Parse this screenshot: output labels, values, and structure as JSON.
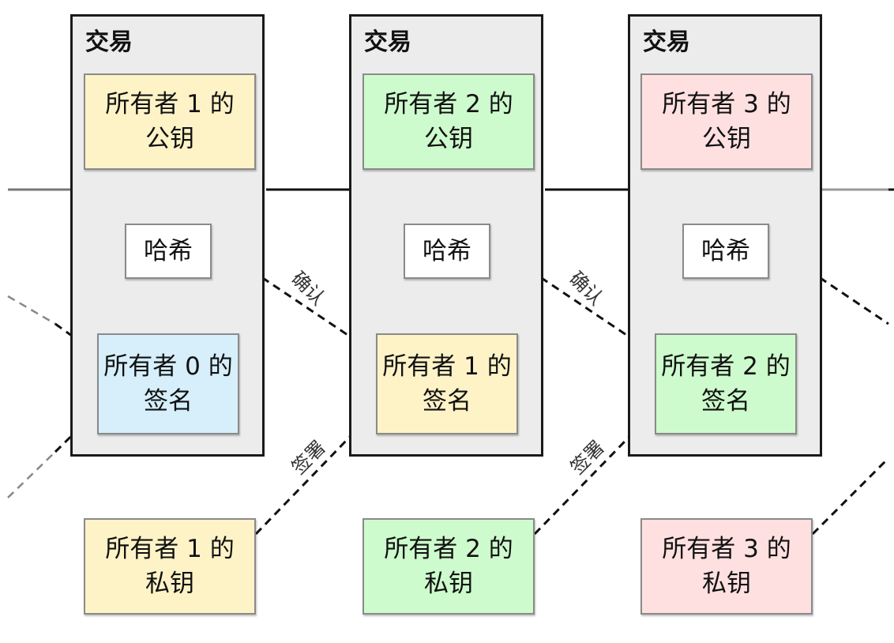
{
  "colors": {
    "owner0": "#d6effa",
    "owner1": "#fef3c7",
    "owner2": "#cdfbcd",
    "owner3": "#ffe0e0",
    "hash": "#ffffff",
    "transaction_bg": "#ececec"
  },
  "transactions": [
    {
      "title": "交易",
      "public_key": {
        "line1": "所有者 1 的",
        "line2": "公钥"
      },
      "hash": "哈希",
      "signature": {
        "line1": "所有者 0 的",
        "line2": "签名"
      }
    },
    {
      "title": "交易",
      "public_key": {
        "line1": "所有者 2 的",
        "line2": "公钥"
      },
      "hash": "哈希",
      "signature": {
        "line1": "所有者 1 的",
        "line2": "签名"
      }
    },
    {
      "title": "交易",
      "public_key": {
        "line1": "所有者 3 的",
        "line2": "公钥"
      },
      "hash": "哈希",
      "signature": {
        "line1": "所有者 2 的",
        "line2": "签名"
      }
    }
  ],
  "private_keys": [
    {
      "line1": "所有者 1 的",
      "line2": "私钥"
    },
    {
      "line1": "所有者 2 的",
      "line2": "私钥"
    },
    {
      "line1": "所有者 3 的",
      "line2": "私钥"
    }
  ],
  "edge_labels": {
    "verify": "确认",
    "sign": "签署"
  }
}
